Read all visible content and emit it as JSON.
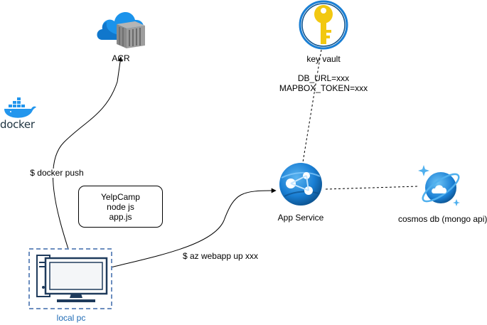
{
  "nodes": {
    "acr": {
      "label": "ACR",
      "icon": "container-registry-icon"
    },
    "docker": {
      "label": "docker",
      "icon": "docker-whale-icon"
    },
    "key_vault": {
      "label": "key vault",
      "icon": "key-vault-icon",
      "secrets": [
        "DB_URL=xxx",
        "MAPBOX_TOKEN=xxx"
      ]
    },
    "app_service": {
      "label": "App Service",
      "icon": "app-service-globe-icon"
    },
    "cosmos_db": {
      "label": "cosmos db (mongo api)",
      "icon": "cosmos-db-icon"
    },
    "local_pc": {
      "label": "local pc",
      "icon": "computer-icon"
    }
  },
  "note": {
    "lines": [
      "YelpCamp",
      "node js",
      "app.js"
    ]
  },
  "edges": {
    "docker_push": {
      "label": "$ docker push",
      "from": "local_pc",
      "to": "acr",
      "style": "solid-arrow"
    },
    "webapp_up": {
      "label": "$ az webapp up xxx",
      "from": "local_pc",
      "to": "app_service",
      "style": "solid-arrow"
    },
    "vault_link": {
      "label": "",
      "from": "app_service",
      "to": "key_vault",
      "style": "dashed"
    },
    "cosmos_link": {
      "label": "",
      "from": "app_service",
      "to": "cosmos_db",
      "style": "dashed"
    }
  },
  "colors": {
    "azure_blue": "#0078d4",
    "azure_light": "#50b0ee",
    "vault_gold": "#f2c811",
    "pc_blue": "#6c8ebf",
    "pc_label": "#1f6bb5",
    "docker_blue": "#2396ed"
  }
}
